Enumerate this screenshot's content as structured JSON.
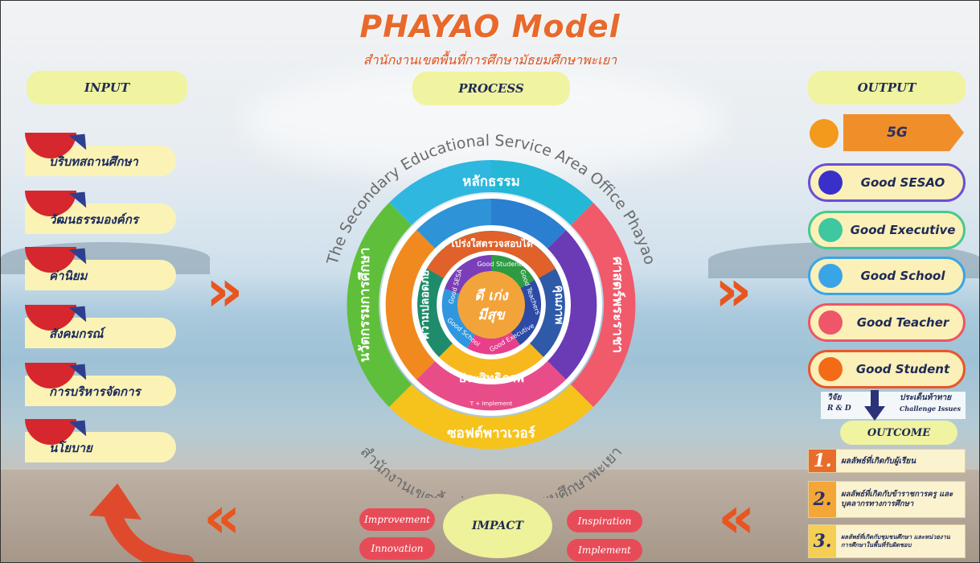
{
  "title": "PHAYAO Model",
  "subtitle": "สำนักงานเขตพื้นที่การศึกษามัธยมศึกษาพะเยา",
  "input": {
    "heading": "INPUT",
    "items": [
      "บริบทสถานศึกษา",
      "วัฒนธรรมองค์กร",
      "ค่านิยม",
      "สังคมกรณ์",
      "การบริหารจัดการ",
      "นโยบาย"
    ]
  },
  "process": {
    "heading": "PROCESS",
    "arc_top": "The Secondary Educational Service Area Office Phayao",
    "arc_bottom": "สำนักงานเขตพื้นที่การศึกษามัธยมศึกษาพะเยา",
    "outer_ring": [
      "หลักธรรม",
      "ศาสตร์พระราชา",
      "ซอฟต์พาวเวอร์",
      "นวัตกรรมการศึกษา"
    ],
    "middle_ring": [
      "โปร่งใสตรวจสอบได้",
      "คุณภาพ",
      "ประสิทธิภาพ",
      "ความปลอดภัย"
    ],
    "inner_ring": [
      "Good Students",
      "Good Teachers",
      "Good Executive",
      "Good School",
      "Good SESA"
    ],
    "center_line1": "ดี เก่ง",
    "center_line2": "มีสุข",
    "bottom_small": "T + Implement"
  },
  "output": {
    "heading": "OUTPUT",
    "banner": "5G",
    "items": [
      {
        "label": "Good SESAO",
        "color": "#3b2fc9",
        "border": "#6a4fd6"
      },
      {
        "label": "Good Executive",
        "color": "#3fc7a0",
        "border": "#48c98e"
      },
      {
        "label": "Good School",
        "color": "#3aa5e6",
        "border": "#3aa5e6"
      },
      {
        "label": "Good Teacher",
        "color": "#f0566a",
        "border": "#ee5566"
      },
      {
        "label": "Good Student",
        "color": "#f36a17",
        "border": "#e9562a"
      }
    ]
  },
  "rd": {
    "line1": "วิจัย",
    "line2": "R & D"
  },
  "challenge": {
    "line1": "ประเด็นท้าทาย",
    "line2": "Challenge Issues"
  },
  "outcome": {
    "heading": "OUTCOME",
    "items": [
      {
        "num": "1.",
        "text": "ผลลัพธ์ที่เกิดกับผู้เรียน"
      },
      {
        "num": "2.",
        "text": "ผลลัพธ์ที่เกิดกับข้าราชการครู และบุคลากรทางการศึกษา"
      },
      {
        "num": "3.",
        "text": "ผลลัพธ์ที่เกิดกับชุมชนศึกษา และหน่วยงาน การศึกษาในพื้นที่รับผิดชอบ"
      }
    ]
  },
  "impact": {
    "heading": "IMPACT",
    "left": [
      "Improvement",
      "Innovation"
    ],
    "right": [
      "Inspiration",
      "Implement"
    ]
  },
  "chevrons": {
    "right": "»",
    "left": "«"
  }
}
